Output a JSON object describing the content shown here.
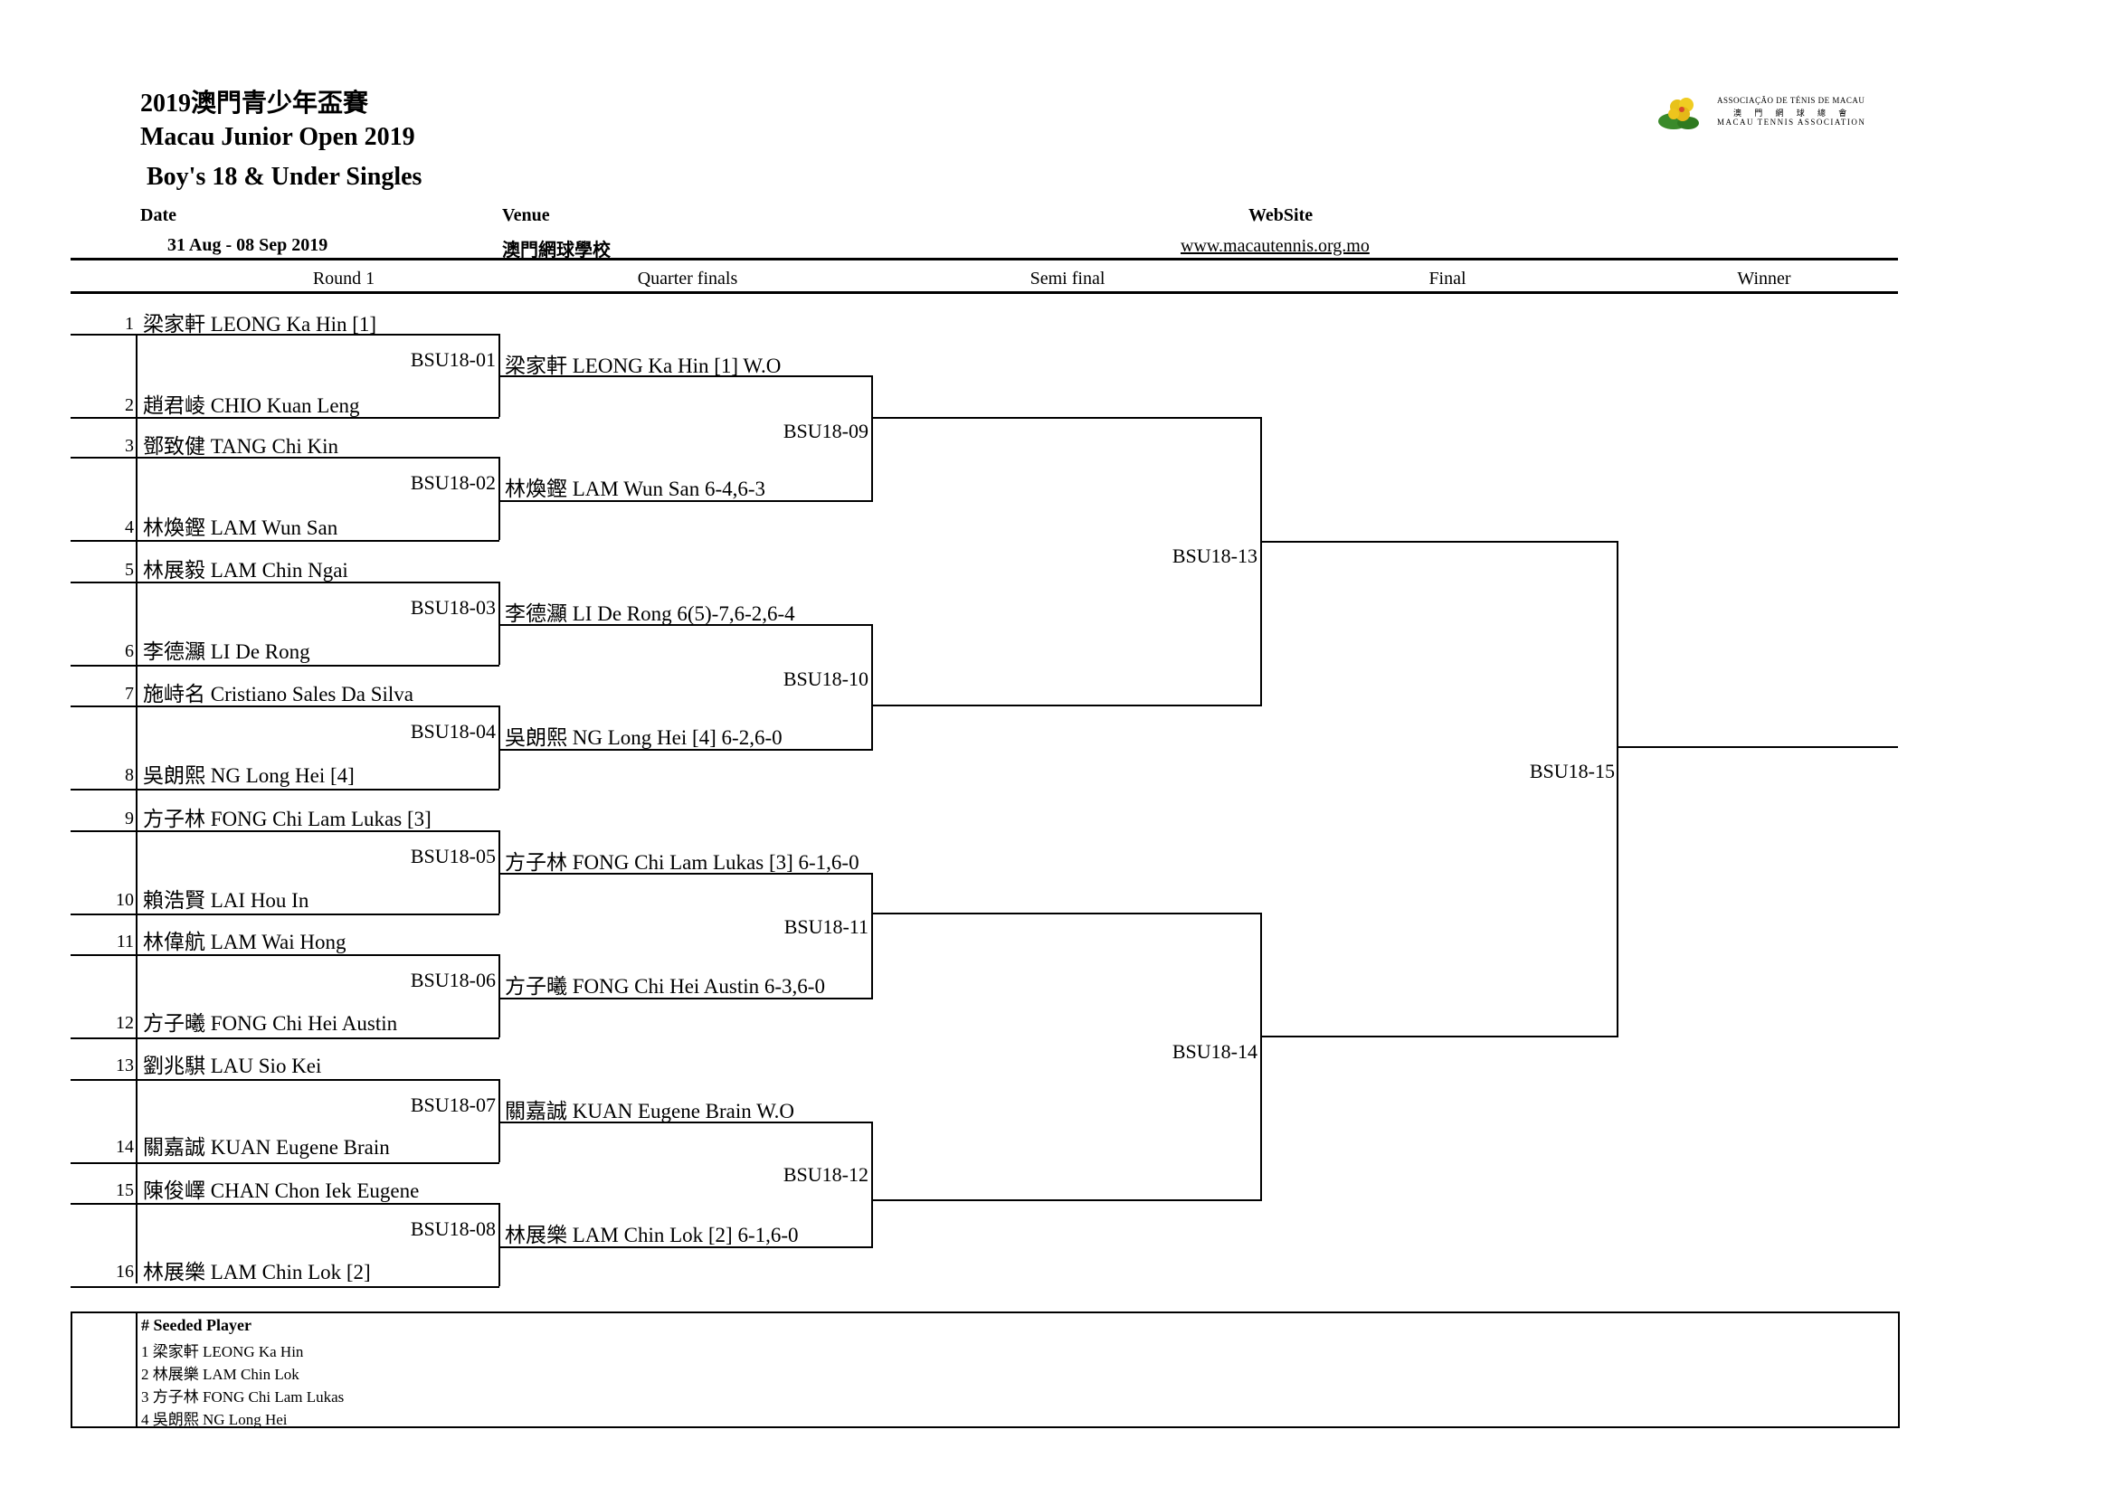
{
  "header": {
    "title_cn": "2019澳門青少年盃賽",
    "title_en": "Macau Junior Open 2019",
    "event": "Boy's 18 & Under Singles",
    "date_label": "Date",
    "date_value": "31 Aug - 08 Sep 2019",
    "venue_label": "Venue",
    "venue_value": "澳門網球學校",
    "website_label": "WebSite",
    "website_value": "www.macautennis.org.mo"
  },
  "logo": {
    "line1": "ASSOCIAÇÃO DE TÉNIS DE MACAU",
    "line2": "澳 門 網 球 總 會",
    "line3": "MACAU TENNIS ASSOCIATION",
    "colors": {
      "flower": "#e8c21a",
      "leaf": "#3a8a2a",
      "accent": "#d94a2a"
    }
  },
  "rounds": [
    "Round 1",
    "Quarter finals",
    "Semi final",
    "Final",
    "Winner"
  ],
  "round1": [
    {
      "num": "1",
      "name": "梁家軒 LEONG Ka Hin [1]"
    },
    {
      "num": "2",
      "name": "趙君崚 CHIO Kuan Leng"
    },
    {
      "num": "3",
      "name": "鄧致健 TANG Chi Kin"
    },
    {
      "num": "4",
      "name": "林煥鏗 LAM Wun San"
    },
    {
      "num": "5",
      "name": "林展毅 LAM Chin Ngai"
    },
    {
      "num": "6",
      "name": "李德灦 LI De Rong"
    },
    {
      "num": "7",
      "name": "施峙名 Cristiano Sales Da Silva"
    },
    {
      "num": "8",
      "name": "吳朗熙 NG Long Hei [4]"
    },
    {
      "num": "9",
      "name": "方子林 FONG Chi Lam Lukas [3]"
    },
    {
      "num": "10",
      "name": "賴浩賢 LAI Hou In"
    },
    {
      "num": "11",
      "name": "林偉航 LAM Wai Hong"
    },
    {
      "num": "12",
      "name": "方子曦 FONG Chi Hei Austin"
    },
    {
      "num": "13",
      "name": "劉兆騏 LAU Sio Kei"
    },
    {
      "num": "14",
      "name": "關嘉誠 KUAN Eugene Brain"
    },
    {
      "num": "15",
      "name": "陳俊嶧 CHAN Chon Iek Eugene"
    },
    {
      "num": "16",
      "name": "林展樂 LAM Chin Lok [2]"
    }
  ],
  "quarterfinals": [
    {
      "match": "BSU18-01",
      "result": "梁家軒 LEONG Ka Hin [1] W.O"
    },
    {
      "match": "BSU18-02",
      "result": "林煥鏗 LAM Wun San 6-4,6-3"
    },
    {
      "match": "BSU18-03",
      "result": "李德灦 LI De Rong 6(5)-7,6-2,6-4"
    },
    {
      "match": "BSU18-04",
      "result": "吳朗熙 NG Long Hei [4] 6-2,6-0"
    },
    {
      "match": "BSU18-05",
      "result": "方子林 FONG Chi Lam Lukas [3] 6-1,6-0"
    },
    {
      "match": "BSU18-06",
      "result": "方子曦 FONG Chi Hei Austin 6-3,6-0"
    },
    {
      "match": "BSU18-07",
      "result": "關嘉誠 KUAN Eugene Brain W.O"
    },
    {
      "match": "BSU18-08",
      "result": "林展樂 LAM Chin Lok [2] 6-1,6-0"
    }
  ],
  "semifinal_matches": [
    "BSU18-09",
    "BSU18-10",
    "BSU18-11",
    "BSU18-12"
  ],
  "final_matches": [
    "BSU18-13",
    "BSU18-14"
  ],
  "winner_match": "BSU18-15",
  "seeds": {
    "title": "# Seeded Player",
    "items": [
      "1 梁家軒 LEONG Ka Hin",
      "2 林展樂 LAM Chin Lok",
      "3 方子林 FONG Chi Lam Lukas",
      "4 吳朗熙 NG Long Hei"
    ]
  }
}
